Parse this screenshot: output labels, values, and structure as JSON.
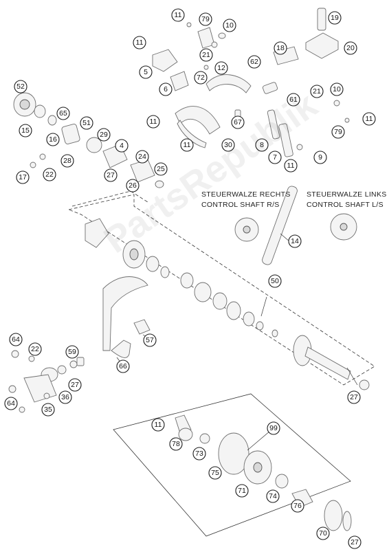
{
  "labels": {
    "right_de": "STEUERWALZE RECHTS",
    "right_en": "CONTROL SHAFT R/S",
    "left_de": "STEUERWALZE LINKS",
    "left_en": "CONTROL SHAFT L/S"
  },
  "watermark": "PartsRepublik",
  "callouts": [
    {
      "id": "c1",
      "text": "11"
    },
    {
      "id": "c2",
      "text": "79"
    },
    {
      "id": "c3",
      "text": "10"
    },
    {
      "id": "c4",
      "text": "19"
    },
    {
      "id": "c5",
      "text": "11"
    },
    {
      "id": "c6",
      "text": "21"
    },
    {
      "id": "c7",
      "text": "62"
    },
    {
      "id": "c8",
      "text": "18"
    },
    {
      "id": "c9",
      "text": "20"
    },
    {
      "id": "c10",
      "text": "5"
    },
    {
      "id": "c11",
      "text": "72"
    },
    {
      "id": "c12",
      "text": "12"
    },
    {
      "id": "c13",
      "text": "52"
    },
    {
      "id": "c14",
      "text": "6"
    },
    {
      "id": "c15",
      "text": "61"
    },
    {
      "id": "c16",
      "text": "21"
    },
    {
      "id": "c17",
      "text": "10"
    },
    {
      "id": "c18",
      "text": "65"
    },
    {
      "id": "c19",
      "text": "15"
    },
    {
      "id": "c20",
      "text": "51"
    },
    {
      "id": "c21",
      "text": "11"
    },
    {
      "id": "c22",
      "text": "67"
    },
    {
      "id": "c23",
      "text": "11"
    },
    {
      "id": "c24",
      "text": "79"
    },
    {
      "id": "c25",
      "text": "16"
    },
    {
      "id": "c26",
      "text": "29"
    },
    {
      "id": "c27",
      "text": "11"
    },
    {
      "id": "c28",
      "text": "30"
    },
    {
      "id": "c29",
      "text": "8"
    },
    {
      "id": "c30",
      "text": "4"
    },
    {
      "id": "c31",
      "text": "28"
    },
    {
      "id": "c32",
      "text": "24"
    },
    {
      "id": "c33",
      "text": "7"
    },
    {
      "id": "c34",
      "text": "9"
    },
    {
      "id": "c35",
      "text": "11"
    },
    {
      "id": "c36",
      "text": "17"
    },
    {
      "id": "c37",
      "text": "22"
    },
    {
      "id": "c38",
      "text": "27"
    },
    {
      "id": "c39",
      "text": "25"
    },
    {
      "id": "c40",
      "text": "26"
    },
    {
      "id": "c41",
      "text": "14"
    },
    {
      "id": "c42",
      "text": "50"
    },
    {
      "id": "c43",
      "text": "64"
    },
    {
      "id": "c44",
      "text": "57"
    },
    {
      "id": "c45",
      "text": "22"
    },
    {
      "id": "c46",
      "text": "59"
    },
    {
      "id": "c47",
      "text": "66"
    },
    {
      "id": "c48",
      "text": "27"
    },
    {
      "id": "c49",
      "text": "36"
    },
    {
      "id": "c50",
      "text": "64"
    },
    {
      "id": "c51",
      "text": "35"
    },
    {
      "id": "c52",
      "text": "27"
    },
    {
      "id": "c53",
      "text": "11"
    },
    {
      "id": "c54",
      "text": "99"
    },
    {
      "id": "c55",
      "text": "78"
    },
    {
      "id": "c56",
      "text": "73"
    },
    {
      "id": "c57",
      "text": "75"
    },
    {
      "id": "c58",
      "text": "71"
    },
    {
      "id": "c59",
      "text": "74"
    },
    {
      "id": "c60",
      "text": "76"
    },
    {
      "id": "c61",
      "text": "70"
    },
    {
      "id": "c62",
      "text": "27"
    }
  ]
}
